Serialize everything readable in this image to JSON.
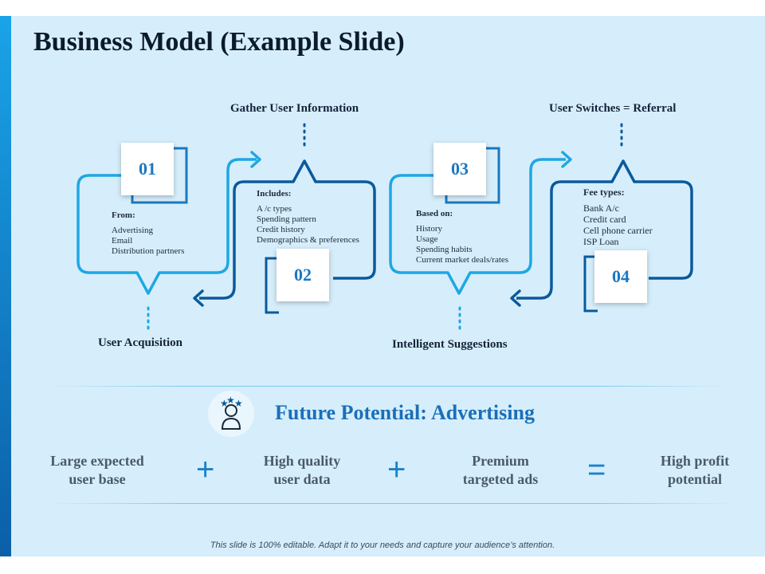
{
  "title": "Business Model (Example Slide)",
  "steps": [
    {
      "number": "01",
      "label": "User Acquisition",
      "heading": "From:",
      "items": [
        "Advertising",
        "Email",
        "Distribution partners"
      ]
    },
    {
      "number": "02",
      "label": "Gather User Information",
      "heading": "Includes:",
      "items": [
        "A /c types",
        "Spending pattern",
        "Credit history",
        "Demographics & preferences"
      ]
    },
    {
      "number": "03",
      "label": "Intelligent Suggestions",
      "heading": "Based on:",
      "items": [
        "History",
        "Usage",
        "Spending habits",
        "Current market deals/rates"
      ]
    },
    {
      "number": "04",
      "label": "User Switches = Referral",
      "heading": "Fee types:",
      "items": [
        "Bank A/c",
        "Credit card",
        "Cell phone carrier",
        "ISP Loan"
      ]
    }
  ],
  "future": {
    "title": "Future Potential: Advertising",
    "icon": "person-stars-icon",
    "equation": [
      {
        "line1": "Large expected",
        "line2": "user base"
      },
      {
        "line1": "High quality",
        "line2": "user data"
      },
      {
        "line1": "Premium",
        "line2": "targeted ads"
      },
      {
        "line1": "High profit",
        "line2": "potential"
      }
    ],
    "operators": [
      "+",
      "+",
      "="
    ]
  },
  "footer": "This slide is 100% editable. Adapt it to your needs and capture your audience’s attention.",
  "colors": {
    "light_blue": "#1ea7e4",
    "dark_blue": "#0a5a9c",
    "background": "#d6eefb",
    "accent": "#1a6fb8"
  }
}
